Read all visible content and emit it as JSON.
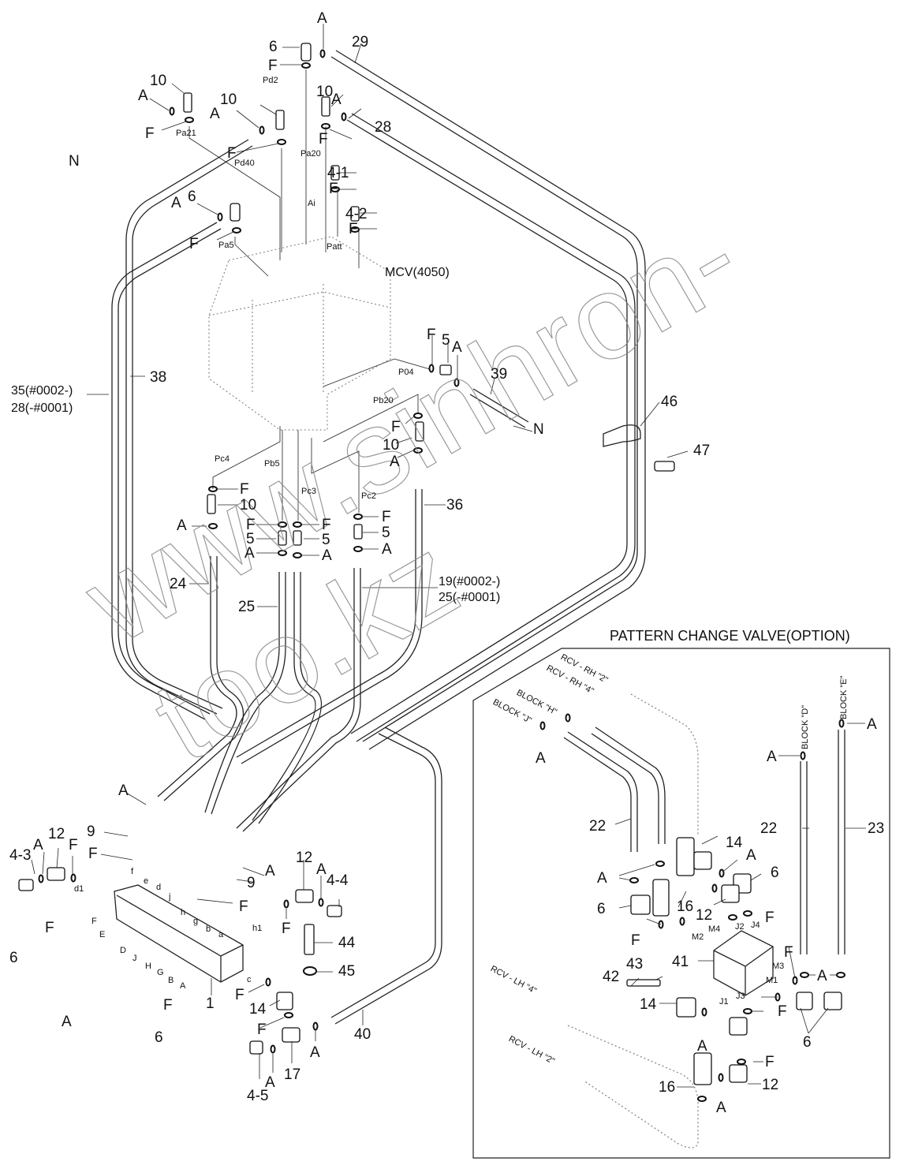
{
  "diagram": {
    "main_component": "MCV(4050)",
    "watermark": "www.sinhron-too.kz",
    "inset_title": "PATTERN CHANGE VALVE(OPTION)",
    "part_callouts": {
      "p29": "29",
      "p28": "28",
      "p6_top": "6",
      "p10_a": "10",
      "p10_b": "10",
      "p10_c": "10",
      "p6_pa5": "6",
      "p4_1": "4-1",
      "p4_2": "4-2",
      "p38": "38",
      "p35": "35(#0002-)",
      "p28b": "28(-#0001)",
      "p5_po4": "5",
      "p39": "39",
      "p46": "46",
      "p47": "47",
      "p10_pb20": "10",
      "p36": "36",
      "p10_pc4": "10",
      "p5_pb5": "5",
      "p5_pc3": "5",
      "p5_pc2": "5",
      "p24": "24",
      "p25": "25",
      "p19": "19(#0002-)",
      "p25b": "25(-#0001)",
      "p9_a": "9",
      "p9_b": "9",
      "p12_l": "12",
      "p4_3": "4-3",
      "p12_r": "12",
      "p4_4": "4-4",
      "p44": "44",
      "p45": "45",
      "p1": "1",
      "p14": "14",
      "p17": "17",
      "p4_5": "4-5",
      "p40": "40",
      "p6_bl": "6",
      "p6_br": "6",
      "i22a": "22",
      "i14a": "14",
      "i6a": "6",
      "i16a": "16",
      "i12a": "12",
      "i41": "41",
      "i43": "43",
      "i42": "42",
      "i14b": "14",
      "i16b": "16",
      "i12b": "12",
      "i6b": "6",
      "i22b": "22",
      "i23": "23"
    },
    "seal_labels": {
      "A": "A",
      "F": "F",
      "N": "N"
    },
    "port_labels": {
      "Pd2": "Pd2",
      "Pa21": "Pa21",
      "Pd40": "Pd40",
      "Pa20": "Pa20",
      "Ai": "Ai",
      "Pa5": "Pa5",
      "Patt": "Patt",
      "P04": "P04",
      "Pb20": "Pb20",
      "Pc4": "Pc4",
      "Pb5": "Pb5",
      "Pc3": "Pc3",
      "Pc2": "Pc2",
      "d1": "d1",
      "h1": "h1",
      "f": "f",
      "e": "e",
      "d": "d",
      "j": "j",
      "h": "h",
      "g": "g",
      "b": "b",
      "a": "a",
      "F": "F",
      "E": "E",
      "D": "D",
      "J": "J",
      "H": "H",
      "G": "G",
      "B": "B",
      "A": "A",
      "c": "c",
      "M4": "M4",
      "M2": "M2",
      "J2": "J2",
      "J4": "J4",
      "M3": "M3",
      "M1": "M1",
      "J1": "J1",
      "J3": "J3"
    },
    "inset_connection_labels": {
      "rcv_rh2": "RCV - RH \"2\"",
      "rcv_rh4": "RCV - RH \"4\"",
      "block_h": "BLOCK \"H\"",
      "block_j": "BLOCK \"J\"",
      "block_d": "BLOCK \"D\"",
      "block_e": "BLOCK \"E\"",
      "rcv_lh4": "RCV - LH \"4\"",
      "rcv_lh2": "RCV - LH \"2\""
    }
  }
}
